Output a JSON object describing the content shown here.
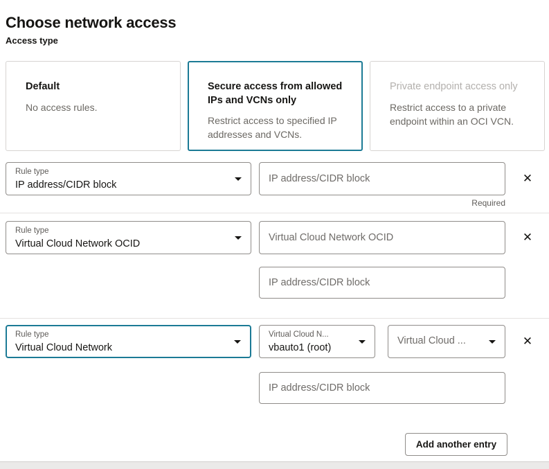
{
  "title": "Choose network access",
  "access_type_label": "Access type",
  "access_cards": [
    {
      "title": "Default",
      "description": "No access rules."
    },
    {
      "title": "Secure access from allowed IPs and VCNs only",
      "description": "Restrict access to specified IP addresses and VCNs."
    },
    {
      "title": "Private endpoint access only",
      "description": "Restrict access to a private endpoint within an OCI VCN."
    }
  ],
  "rules": [
    {
      "rule_type_label": "Rule type",
      "rule_type_value": "IP address/CIDR block",
      "ip_placeholder": "IP address/CIDR block",
      "required_label": "Required",
      "close_glyph": "✕"
    },
    {
      "rule_type_label": "Rule type",
      "rule_type_value": "Virtual Cloud Network OCID",
      "ocid_placeholder": "Virtual Cloud Network OCID",
      "ip_placeholder": "IP address/CIDR block",
      "close_glyph": "✕"
    },
    {
      "rule_type_label": "Rule type",
      "rule_type_value": "Virtual Cloud Network",
      "vcn_select_label": "Virtual Cloud N...",
      "vcn_select_value": "vbauto1 (root)",
      "subnet_select_placeholder": "Virtual Cloud ...",
      "ip_placeholder": "IP address/CIDR block",
      "close_glyph": "✕"
    }
  ],
  "add_button_label": "Add another entry",
  "colors": {
    "accent": "#1b7a95",
    "text": "#161513",
    "muted_text": "#6b6863",
    "disabled_title": "#b3b0ad",
    "field_border": "#8f8c89",
    "card_border": "#d6d3d1",
    "footer_bg": "#ebeae9"
  }
}
